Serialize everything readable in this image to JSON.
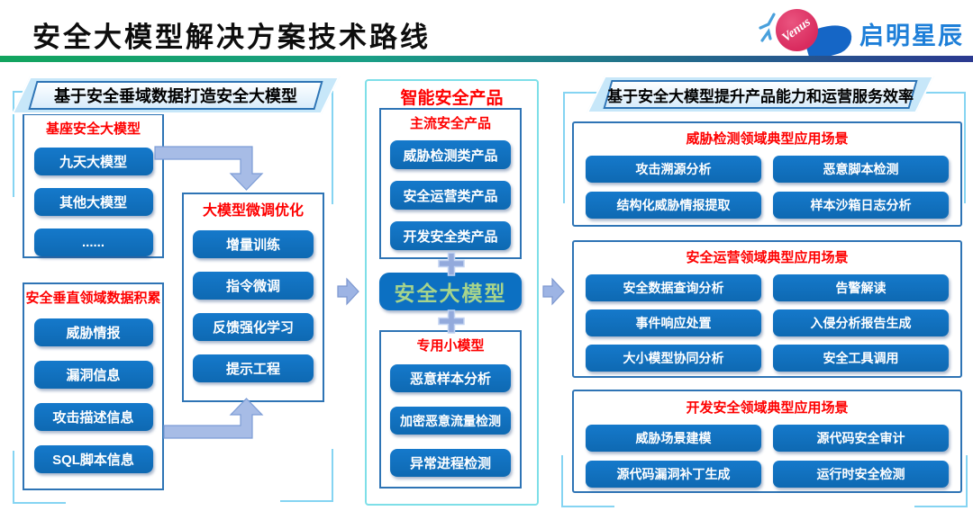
{
  "header": {
    "title": "安全大模型解决方案技术路线",
    "logo": {
      "venus": "Venus",
      "brand": "启明星辰"
    }
  },
  "left": {
    "banner": "基于安全垂域数据打造安全大模型",
    "base_model_box": {
      "title": "基座安全大模型",
      "items": [
        "九天大模型",
        "其他大模型",
        "......"
      ]
    },
    "finetune_box": {
      "title": "大模型微调优化",
      "items": [
        "增量训练",
        "指令微调",
        "反馈强化学习",
        "提示工程"
      ]
    },
    "data_box": {
      "title": "安全垂直领域数据积累",
      "items": [
        "威胁情报",
        "漏洞信息",
        "攻击描述信息",
        "SQL脚本信息"
      ]
    }
  },
  "middle": {
    "title": "智能安全产品",
    "mainstream_box": {
      "title": "主流安全产品",
      "items": [
        "威胁检测类产品",
        "安全运营类产品",
        "开发安全类产品"
      ]
    },
    "big_model": "安全大模型",
    "small_model_box": {
      "title": "专用小模型",
      "items": [
        "恶意样本分析",
        "加密恶意流量检测",
        "异常进程检测"
      ]
    }
  },
  "right": {
    "banner": "基于安全大模型提升产品能力和运营服务效率",
    "sections": [
      {
        "title": "威胁检测领域典型应用场景",
        "items": [
          "攻击溯源分析",
          "恶意脚本检测",
          "结构化威胁情报提取",
          "样本沙箱日志分析"
        ]
      },
      {
        "title": "安全运营领域典型应用场景",
        "items": [
          "安全数据查询分析",
          "告警解读",
          "事件响应处置",
          "入侵分析报告生成",
          "大小模型协同分析",
          "安全工具调用"
        ]
      },
      {
        "title": "开发安全领域典型应用场景",
        "items": [
          "威胁场景建模",
          "源代码安全审计",
          "源代码漏洞补丁生成",
          "运行时安全检测"
        ]
      }
    ]
  },
  "icons": {
    "plus_connector": "plus",
    "flow_arrow": "arrow-right",
    "elbow_arrow": "elbow-arrow",
    "logo_star": "sparkle-star"
  },
  "colors": {
    "node_blue": "#1272BE",
    "section_title_red": "#FE0000",
    "big_model_text_green": "#A6D48C",
    "box_border_blue": "#2E74B5",
    "middle_border_cyan": "#7EDFE8",
    "arrow_fill": "#A3B9E4",
    "bracket_cyan": "#85D4F2",
    "brand_blue": "#1E7FD8",
    "brand_pink": "#D92B5E",
    "title_bar_gradient": [
      "#12A45E",
      "#2B3990"
    ]
  }
}
